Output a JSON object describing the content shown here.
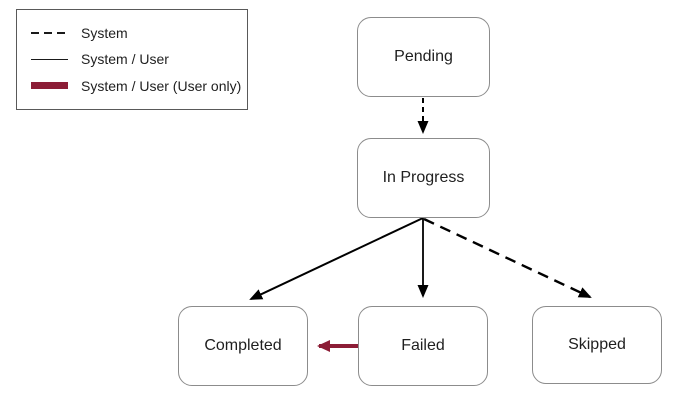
{
  "diagram": {
    "name": "workflow-state-diagram",
    "nodes": [
      {
        "id": "pending",
        "label": "Pending"
      },
      {
        "id": "in_progress",
        "label": "In Progress"
      },
      {
        "id": "completed",
        "label": "Completed"
      },
      {
        "id": "failed",
        "label": "Failed"
      },
      {
        "id": "skipped",
        "label": "Skipped"
      }
    ],
    "edges": [
      {
        "from": "Pending",
        "to": "In Progress",
        "style": "dashed",
        "actor": "System"
      },
      {
        "from": "In Progress",
        "to": "Completed",
        "style": "solid",
        "actor": "System / User"
      },
      {
        "from": "In Progress",
        "to": "Failed",
        "style": "solid",
        "actor": "System / User"
      },
      {
        "from": "In Progress",
        "to": "Skipped",
        "style": "dashed",
        "actor": "System"
      },
      {
        "from": "Failed",
        "to": "Completed",
        "style": "thick",
        "actor": "System / User (User only)"
      }
    ]
  },
  "legend": {
    "items": [
      {
        "style": "dashed",
        "label": "System"
      },
      {
        "style": "solid",
        "label": "System / User"
      },
      {
        "style": "thick",
        "label": "System / User (User only)"
      }
    ]
  },
  "colors": {
    "user_only": "#8C1D36",
    "arrow": "#000000",
    "node_border": "#8C8C8C",
    "legend_border": "#595959"
  }
}
